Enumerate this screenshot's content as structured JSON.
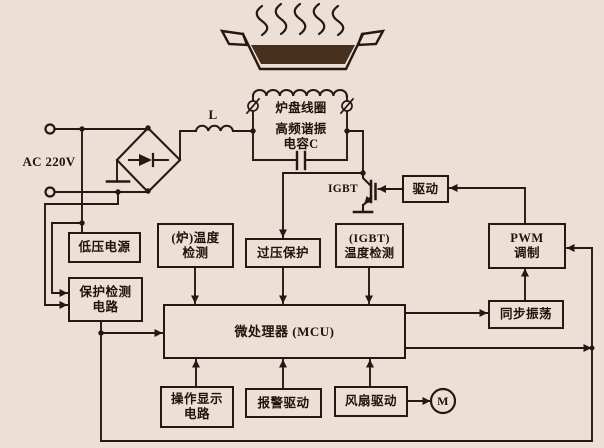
{
  "diagram_type": "induction-cooker-circuit-block-diagram",
  "blocks": {
    "pan_coil": {
      "label": "炉盘线圈"
    },
    "resonant_cap": {
      "label": "高频谐振\n电容C"
    },
    "drive": {
      "label": "驱动"
    },
    "pwm": {
      "label": "PWM\n调制"
    },
    "sync_osc": {
      "label": "同步振荡"
    },
    "low_voltage": {
      "label": "低压电源"
    },
    "protection": {
      "label": "保护检测\n电路"
    },
    "furnace_temp": {
      "label": "(炉)温度\n检测"
    },
    "overvoltage": {
      "label": "过压保护"
    },
    "igbt_temp": {
      "label": "(IGBT)\n温度检测"
    },
    "mcu": {
      "label": "微处理器 (MCU)"
    },
    "op_display": {
      "label": "操作显示\n电路"
    },
    "alarm_drive": {
      "label": "报警驱动"
    },
    "fan_drive": {
      "label": "风扇驱动"
    }
  },
  "labels": {
    "ac_input": "AC 220V",
    "inductor": "L",
    "igbt": "IGBT",
    "motor": "M"
  },
  "icons": {
    "pot": "cooking-pot-with-heat-waves",
    "bridge": "bridge-rectifier-diode",
    "coil": "induction-coil",
    "capacitor": "capacitor-symbol",
    "transistor": "igbt-transistor-symbol",
    "motor": "motor-circle-M"
  },
  "colors": {
    "background": "#ecdfd5",
    "line": "#241812",
    "pot_fill": "#47301e"
  }
}
